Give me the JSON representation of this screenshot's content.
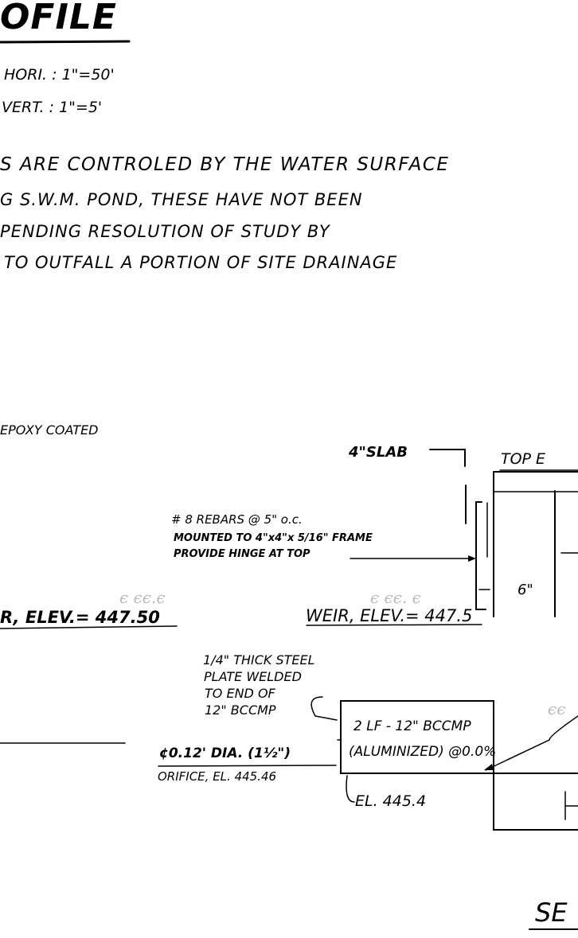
{
  "title": "OFILE",
  "scale": {
    "horizontal": "HORI. : 1\"=50'",
    "vertical": "VERT. : 1\"=5'"
  },
  "note": {
    "line1": "S ARE CONTROLED BY THE WATER SURFACE",
    "line2": "G S.W.M. POND, THESE HAVE NOT BEEN",
    "line3": "PENDING RESOLUTION OF STUDY BY",
    "line4": "TO OUTFALL A PORTION OF SITE DRAINAGE"
  },
  "detail": {
    "epoxy": "EPOXY COATED",
    "slab": "4\"SLAB",
    "top": "TOP E",
    "rebar_line1": "# 8 REBARS @ 5\" o.c.",
    "rebar_line2": "MOUNTED TO 4\"x4\"x 5/16\" FRAME",
    "rebar_line3": "PROVIDE HINGE AT TOP",
    "wall": "6\"",
    "weir_left": "R, ELEV.= 447.50",
    "weir_right": "WEIR, ELEV.= 447.5",
    "plate_line1": "1/4\" THICK STEEL",
    "plate_line2": "PLATE WELDED",
    "plate_line3": "TO END OF",
    "plate_line4": "12\" BCCMP",
    "pipe_line1": "2 LF - 12\" BCCMP",
    "pipe_line2": "(ALUMINIZED) @0.0%",
    "orifice_line1": "¢0.12' DIA. (1½\")",
    "orifice_line2": "ORIFICE, EL. 445.46",
    "invert": "EL. 445.4",
    "section_label": "SE"
  }
}
